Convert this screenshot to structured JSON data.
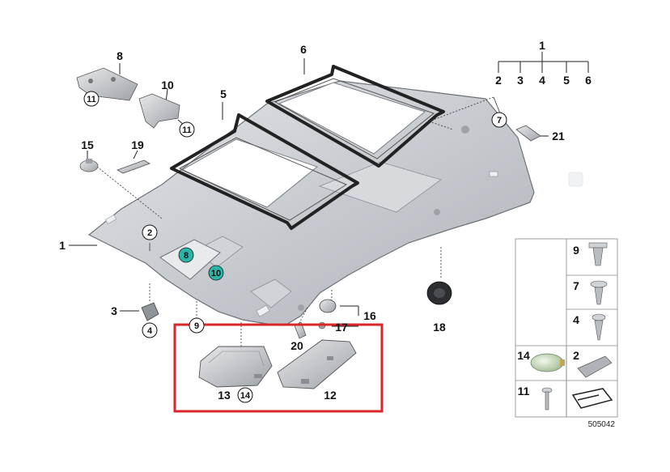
{
  "callouts": {
    "main": [
      {
        "id": "c1-main",
        "text": "1"
      },
      {
        "id": "c2",
        "text": "2"
      },
      {
        "id": "c3",
        "text": "3"
      },
      {
        "id": "c5",
        "text": "5"
      },
      {
        "id": "c6",
        "text": "6"
      },
      {
        "id": "c8",
        "text": "8"
      },
      {
        "id": "c10",
        "text": "10"
      },
      {
        "id": "c12",
        "text": "12"
      },
      {
        "id": "c13",
        "text": "13"
      },
      {
        "id": "c15",
        "text": "15"
      },
      {
        "id": "c16",
        "text": "16"
      },
      {
        "id": "c17",
        "text": "17"
      },
      {
        "id": "c18",
        "text": "18"
      },
      {
        "id": "c19",
        "text": "19"
      },
      {
        "id": "c20",
        "text": "20"
      },
      {
        "id": "c21",
        "text": "21"
      }
    ],
    "kit": {
      "parent": "1",
      "children": [
        "2",
        "3",
        "4",
        "5",
        "6"
      ]
    },
    "circled": [
      {
        "id": "cc11a",
        "text": "11"
      },
      {
        "id": "cc11b",
        "text": "11"
      },
      {
        "id": "cc7",
        "text": "7"
      },
      {
        "id": "cc2",
        "text": "2"
      },
      {
        "id": "cc4",
        "text": "4"
      },
      {
        "id": "cc9",
        "text": "9"
      },
      {
        "id": "cc14",
        "text": "14"
      },
      {
        "id": "cc8-teal",
        "text": "8"
      },
      {
        "id": "cc10-teal",
        "text": "10"
      }
    ]
  },
  "legend_table": {
    "cells": [
      "9",
      "7",
      "4",
      "14",
      "2",
      "11"
    ]
  },
  "diagram_number": "505042",
  "colors": {
    "highlight_box": "#d9262b",
    "teal_marker": "#2bb5a8",
    "headliner_fill": "#c9ccd1",
    "seal": "#222222"
  }
}
